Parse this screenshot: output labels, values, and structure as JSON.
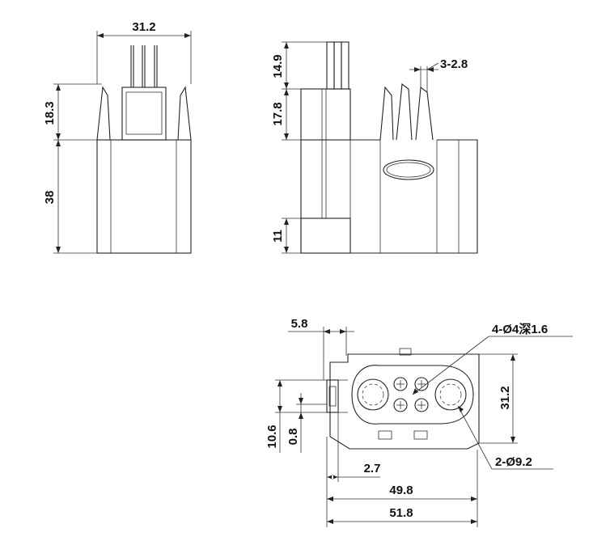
{
  "drawing": {
    "front_view": {
      "width_dim": "31.2",
      "upper_height_dim": "18.3",
      "lower_height_dim": "38"
    },
    "side_view": {
      "pin_length_dim": "14.9",
      "pin_height_dim": "17.8",
      "pin_count_width_dim": "3-2.8",
      "base_height_dim": "11"
    },
    "bottom_view": {
      "offset_dim": "5.8",
      "small_holes_dim": "4-Ø4深1.6",
      "height_dim": "31.2",
      "side_dim_a": "10.6",
      "side_dim_b": "0.8",
      "edge_dim": "2.7",
      "large_holes_dim": "2-Ø9.2",
      "inner_width_dim": "49.8",
      "outer_width_dim": "51.8"
    }
  }
}
